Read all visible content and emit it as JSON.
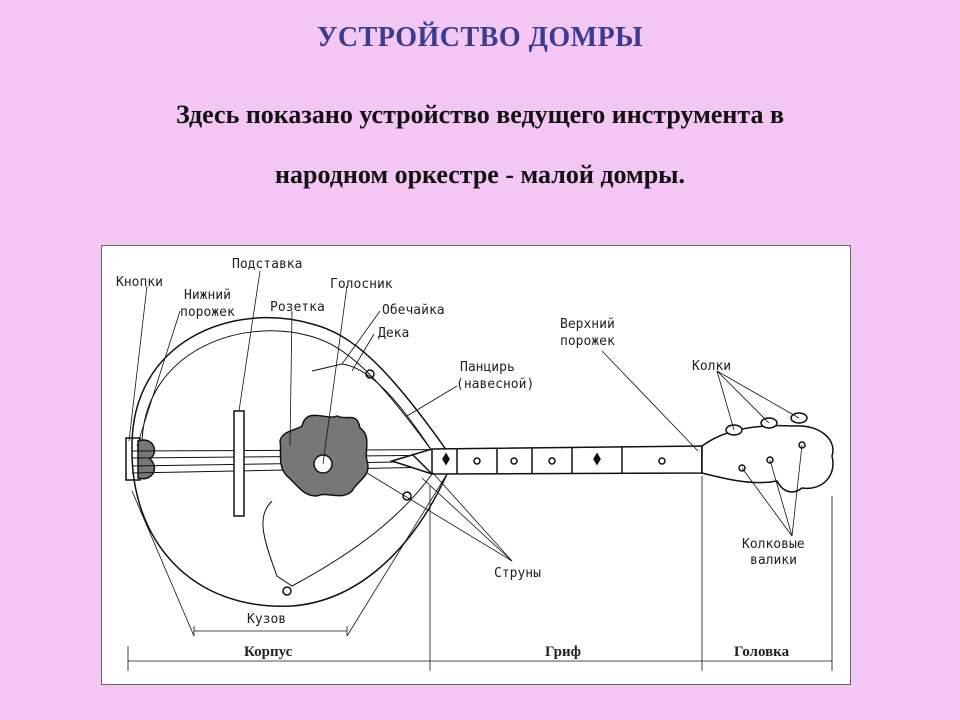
{
  "title": "УСТРОЙСТВО ДОМРЫ",
  "subtitle_line1": "Здесь показано устройство ведущего инструмента в",
  "subtitle_line2": "народном оркестре - малой домры.",
  "colors": {
    "background": "#f4c6f4",
    "title": "#3b3b8f",
    "panel": "#ffffff"
  },
  "labels": {
    "knopki": "Кнопки",
    "nizhniy_1": "Нижний",
    "nizhniy_2": "порожек",
    "podstavka": "Подставка",
    "rozetka": "Розетка",
    "golosnik": "Голосник",
    "obechayka": "Обечайка",
    "deka": "Дека",
    "pantsir_1": "Панцирь",
    "pantsir_2": "(навесной)",
    "verkhniy_1": "Верхний",
    "verkhniy_2": "порожек",
    "kolki": "Колки",
    "kolkovye_1": "Колковые",
    "kolkovye_2": "валики",
    "struny": "Струны",
    "kuzov": "Кузов",
    "korpus": "Корпус",
    "grif": "Гриф",
    "golovka": "Головка"
  }
}
